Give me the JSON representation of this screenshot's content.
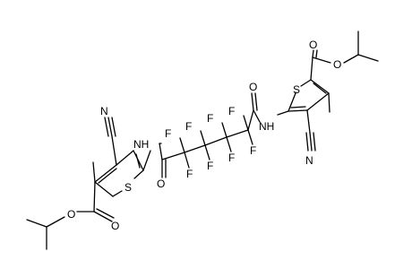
{
  "molecule": {
    "atoms": {
      "n_cyano_left": "N",
      "c_cyano_left": "C",
      "nh_left": "NH",
      "s_left": "S",
      "o_ester_carbonyl_left": "O",
      "o_ester_ether_left": "O",
      "o_amide_left": "O",
      "f1": "F",
      "f2": "F",
      "f3": "F",
      "f4": "F",
      "f5": "F",
      "f6": "F",
      "f7": "F",
      "f8": "F",
      "o_amide_right": "O",
      "nh_right": "NH",
      "s_right": "S",
      "o_ester_carbonyl_right": "O",
      "o_ester_ether_right": "O",
      "n_cyano_right": "N",
      "c_cyano_right": "C"
    }
  },
  "colors": {
    "bond": "#000000",
    "label": "#000000",
    "background": "#ffffff"
  }
}
